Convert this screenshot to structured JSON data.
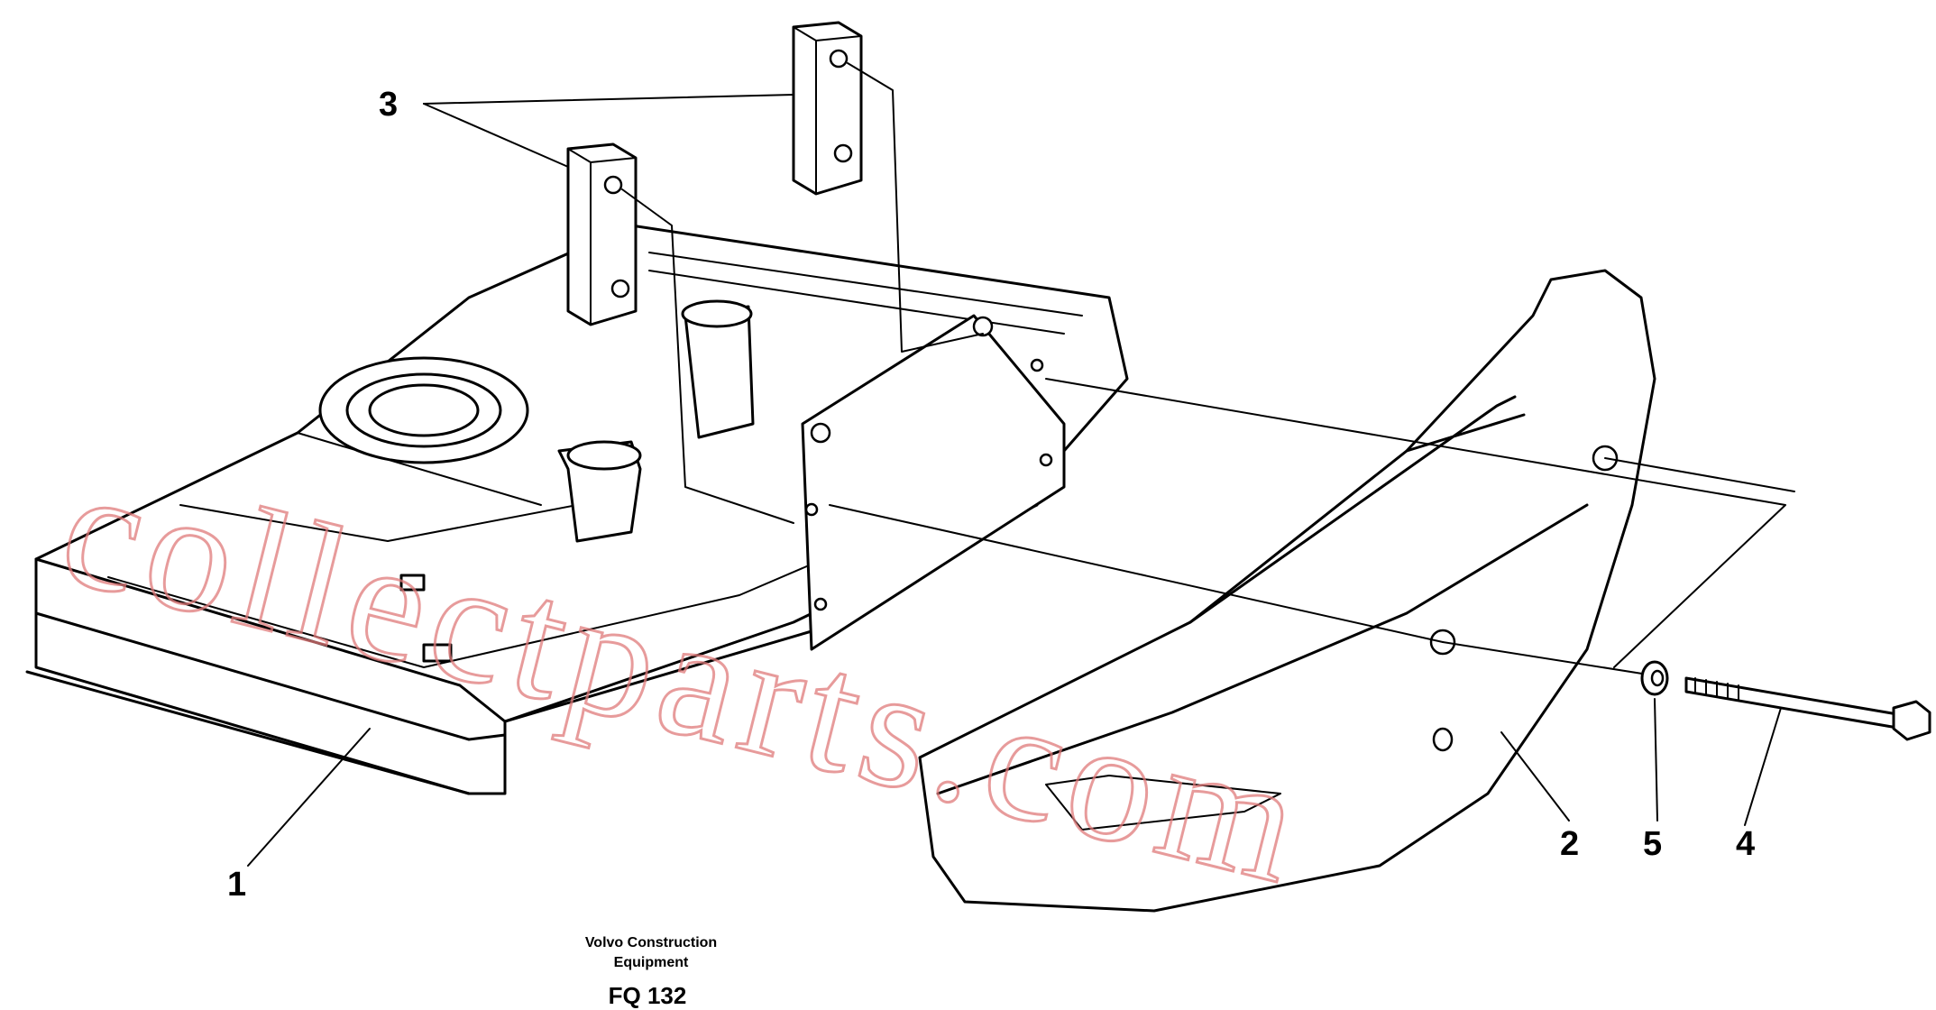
{
  "callouts": {
    "c1": "1",
    "c2": "2",
    "c3": "3",
    "c4": "4",
    "c5": "5"
  },
  "caption": {
    "company_line1": "Volvo Construction",
    "company_line2": "Equipment",
    "figure_code": "FQ 132"
  },
  "watermark": "collectparts.com",
  "colors": {
    "line": "#000000",
    "watermark": "#e07a7a",
    "background": "#ffffff"
  }
}
